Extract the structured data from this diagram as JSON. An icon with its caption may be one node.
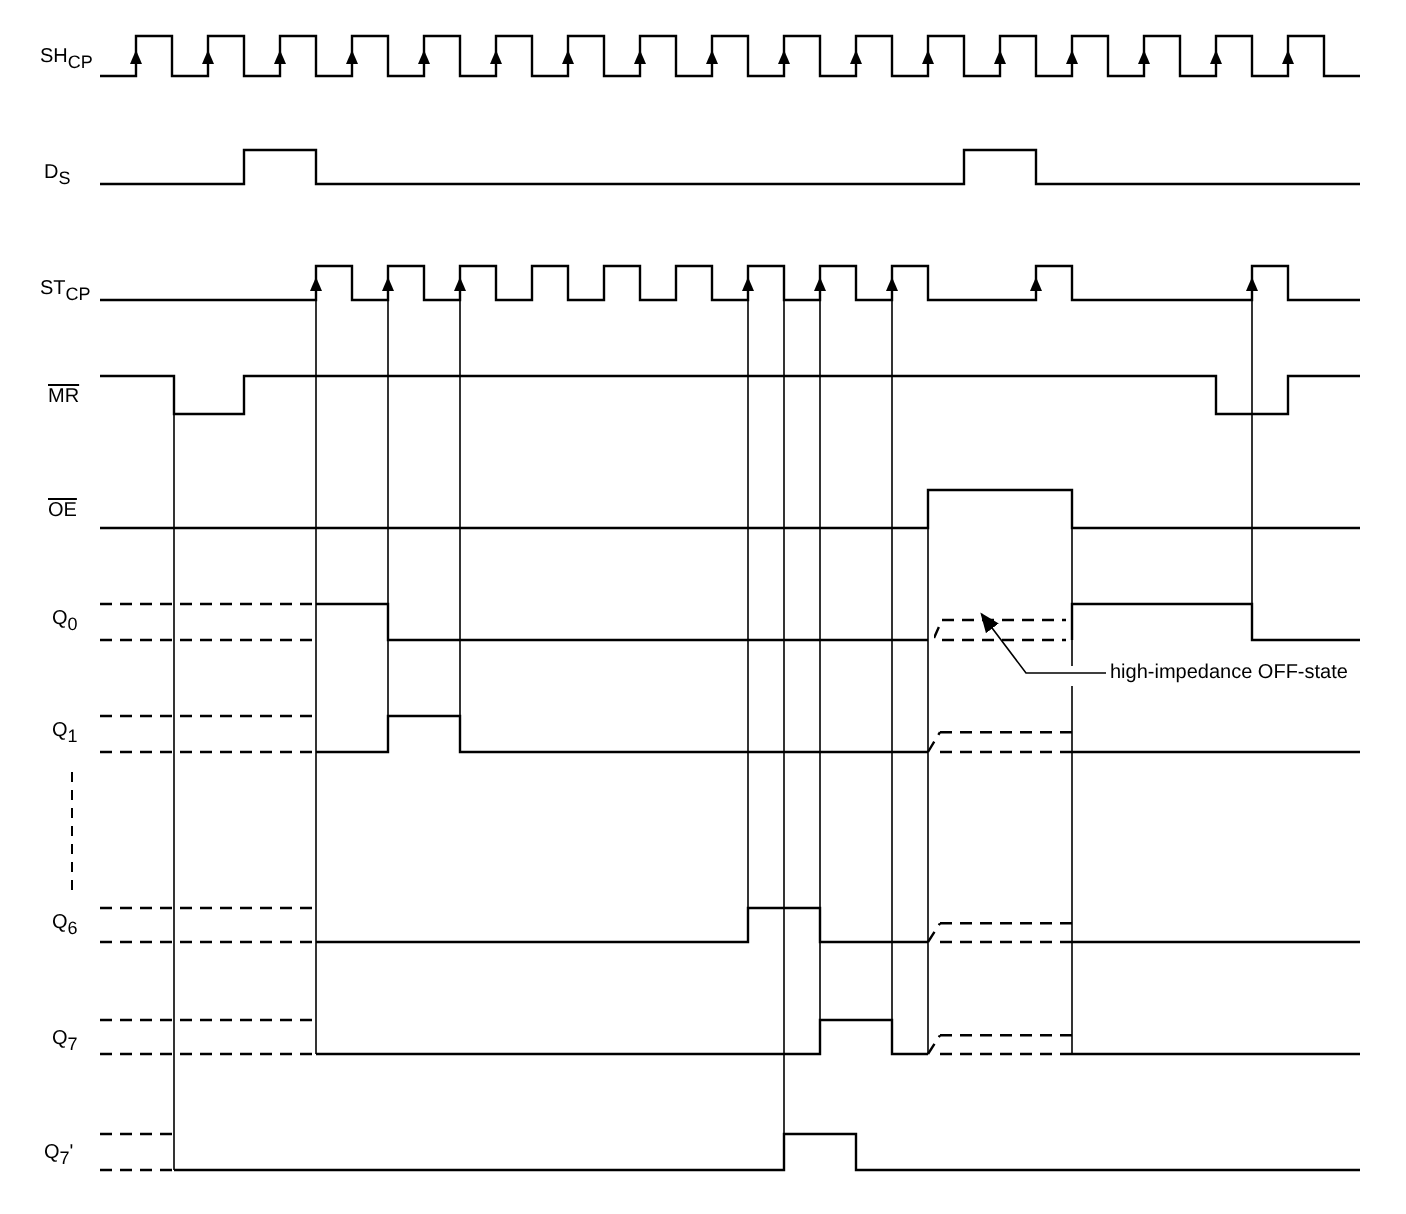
{
  "diagram": {
    "nodes": [
      {
        "text": [
          "high-impedance OFF-state"
        ]
      },
      {
        "text": [],
        "shape": "line"
      }
    ],
    "edges": [
      {
        "from": 0,
        "to": 1,
        "arrow": "to"
      }
    ],
    "labels": [
      "SH$_{CP}$",
      "D$_{S}$",
      "ST$_{CP}$",
      "MR",
      "OE",
      "Q$_{0}$",
      "Q$_{1}$",
      "Q$_{6}$",
      "Q$_{7}$",
      "Q$_{7}$'"
    ]
  }
}
